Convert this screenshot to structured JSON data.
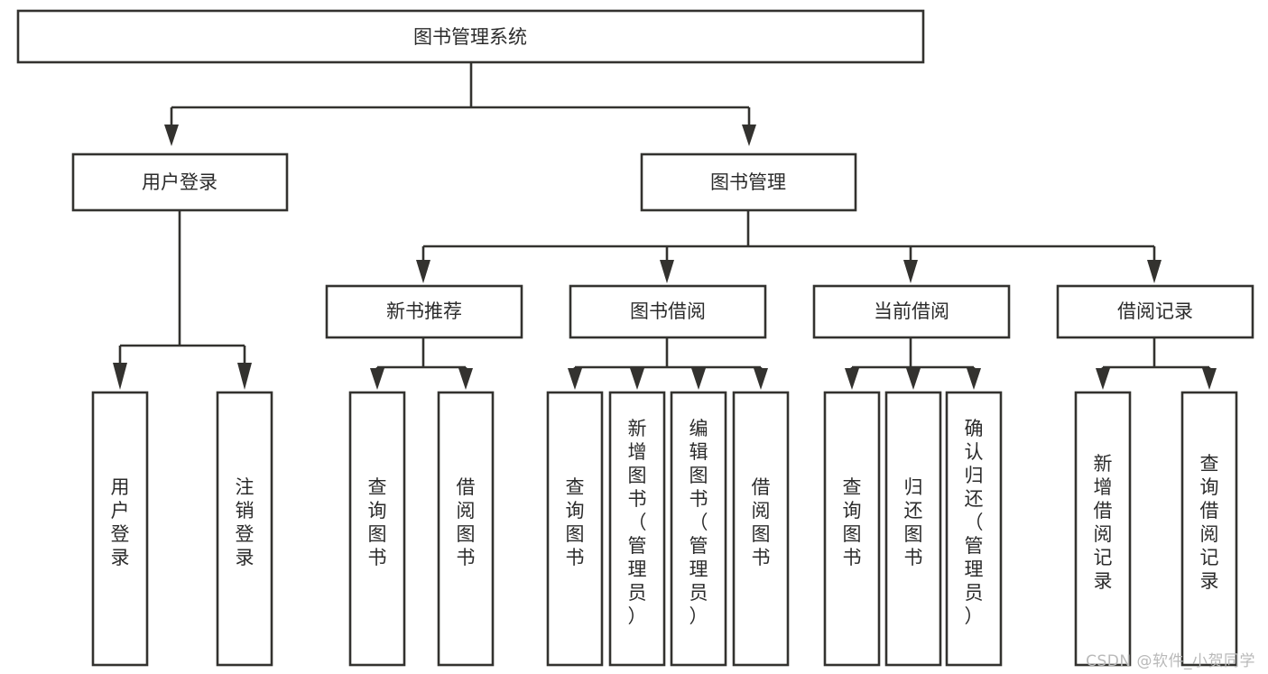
{
  "diagram": {
    "title": "图书管理系统",
    "type": "tree-hierarchy-chart",
    "watermark": "CSDN @软件_小贺同学",
    "colors": {
      "stroke": "#33322f",
      "fill": "#ffffff",
      "text": "#2b2b2b",
      "watermark": "#b9b9b9"
    },
    "levels": {
      "root": {
        "label": "图书管理系统"
      },
      "level2": [
        {
          "id": "user-login",
          "label": "用户登录"
        },
        {
          "id": "book-management",
          "label": "图书管理"
        }
      ],
      "level3": [
        {
          "id": "new-book-recommend",
          "label": "新书推荐",
          "parent": "book-management"
        },
        {
          "id": "book-borrow",
          "label": "图书借阅",
          "parent": "book-management"
        },
        {
          "id": "current-borrow",
          "label": "当前借阅",
          "parent": "book-management"
        },
        {
          "id": "borrow-record",
          "label": "借阅记录",
          "parent": "book-management"
        }
      ],
      "leaves": [
        {
          "id": "leaf-user-login",
          "label": "用户登录",
          "parent": "user-login"
        },
        {
          "id": "leaf-logout-login",
          "label": "注销登录",
          "parent": "user-login"
        },
        {
          "id": "leaf-query-book-1",
          "label": "查询图书",
          "parent": "new-book-recommend"
        },
        {
          "id": "leaf-borrow-book-1",
          "label": "借阅图书",
          "parent": "new-book-recommend"
        },
        {
          "id": "leaf-query-book-2",
          "label": "查询图书",
          "parent": "book-borrow"
        },
        {
          "id": "leaf-add-book",
          "label": "新增图书（管理员）",
          "parent": "book-borrow"
        },
        {
          "id": "leaf-edit-book",
          "label": "编辑图书（管理员）",
          "parent": "book-borrow"
        },
        {
          "id": "leaf-borrow-book-2",
          "label": "借阅图书",
          "parent": "book-borrow"
        },
        {
          "id": "leaf-query-book-3",
          "label": "查询图书",
          "parent": "current-borrow"
        },
        {
          "id": "leaf-return-book",
          "label": "归还图书",
          "parent": "current-borrow"
        },
        {
          "id": "leaf-confirm-return",
          "label": "确认归还（管理员）",
          "parent": "current-borrow"
        },
        {
          "id": "leaf-add-record",
          "label": "新增借阅记录",
          "parent": "borrow-record"
        },
        {
          "id": "leaf-query-record",
          "label": "查询借阅记录",
          "parent": "borrow-record"
        }
      ]
    }
  }
}
